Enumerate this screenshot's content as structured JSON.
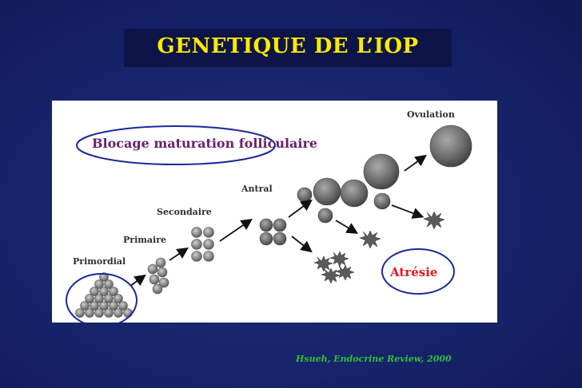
{
  "slide": {
    "title": "GENETIQUE DE L’IOP",
    "citation": "Hsueh, Endocrine Review, 2000"
  },
  "diagram": {
    "stages": {
      "primordial": "Primordial",
      "primaire": "Primaire",
      "secondaire": "Secondaire",
      "antral": "Antral",
      "ovulation": "Ovulation"
    },
    "annotations": {
      "blocage": "Blocage maturation folliculaire",
      "atresie": "Atrésie"
    },
    "colors": {
      "title": "#ffea00",
      "annotation_outline": "#1a2a9c",
      "atresie_text": "#e8161c",
      "blocage_text": "#6b1f6f",
      "citation": "#2fbf3a"
    }
  }
}
